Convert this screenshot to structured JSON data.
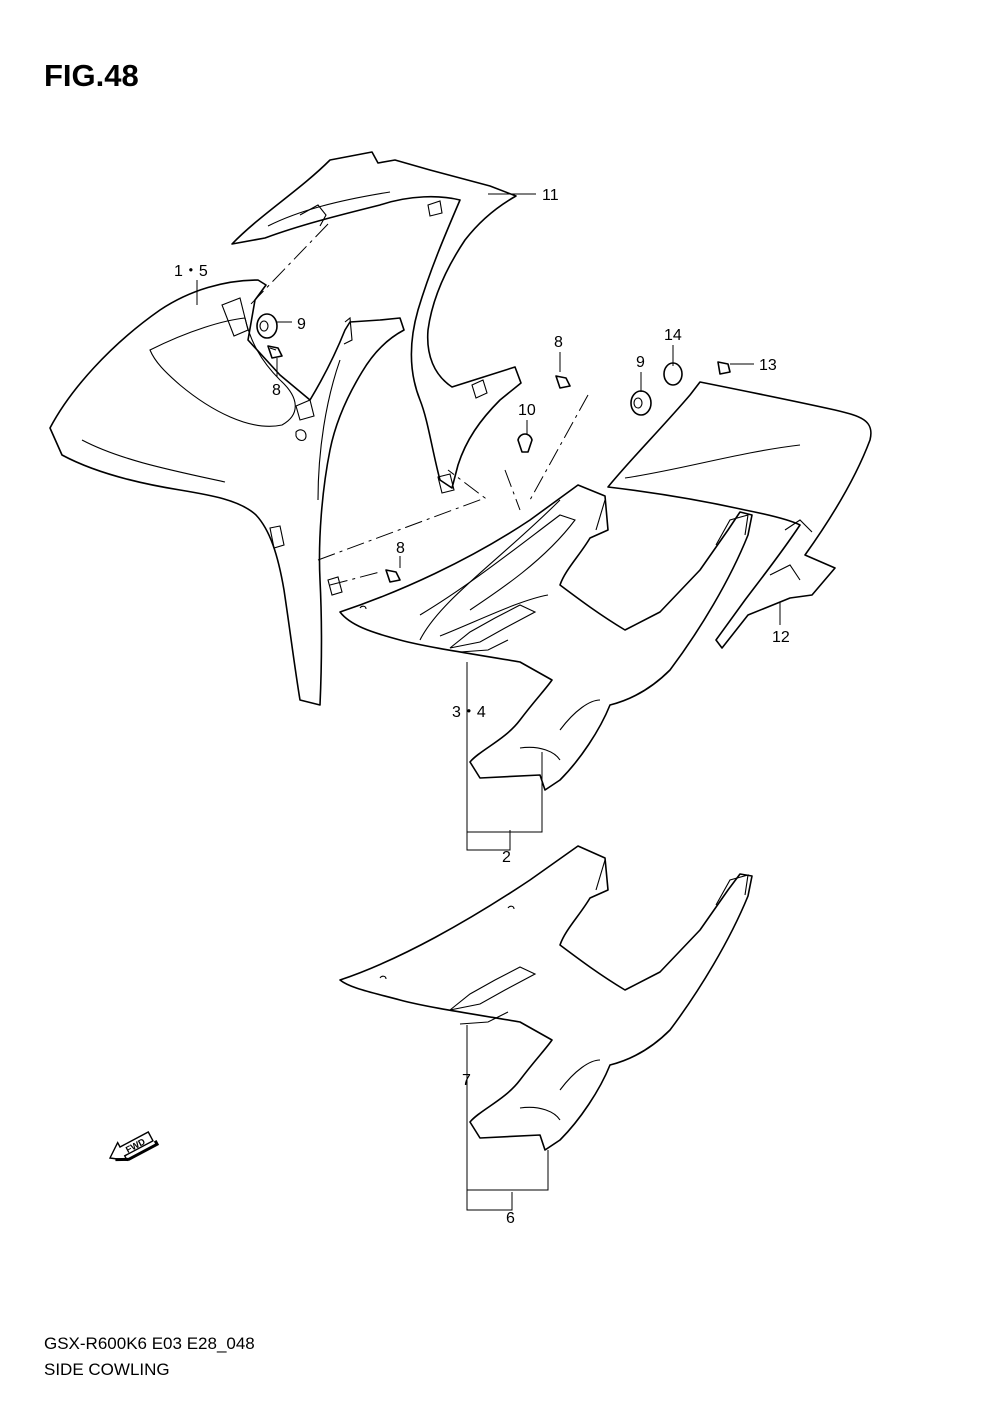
{
  "figure": {
    "title": "FIG.48"
  },
  "footer": {
    "model_code": "GSX-R600K6 E03 E28_048",
    "section_name": "SIDE COWLING"
  },
  "direction_marker": {
    "label": "FWD",
    "icon": "fwd-arrow-icon"
  },
  "callouts": [
    {
      "id": "c11",
      "text": "11"
    },
    {
      "id": "c1_5",
      "text": "1・5"
    },
    {
      "id": "c9a",
      "text": "9"
    },
    {
      "id": "c8a",
      "text": "8"
    },
    {
      "id": "c8b",
      "text": "8"
    },
    {
      "id": "c14",
      "text": "14"
    },
    {
      "id": "c9b",
      "text": "9"
    },
    {
      "id": "c13",
      "text": "13"
    },
    {
      "id": "c10",
      "text": "10"
    },
    {
      "id": "c8c",
      "text": "8"
    },
    {
      "id": "c12",
      "text": "12"
    },
    {
      "id": "c3_4",
      "text": "3・4"
    },
    {
      "id": "c2",
      "text": "2"
    },
    {
      "id": "c7",
      "text": "7"
    },
    {
      "id": "c6",
      "text": "6"
    }
  ]
}
